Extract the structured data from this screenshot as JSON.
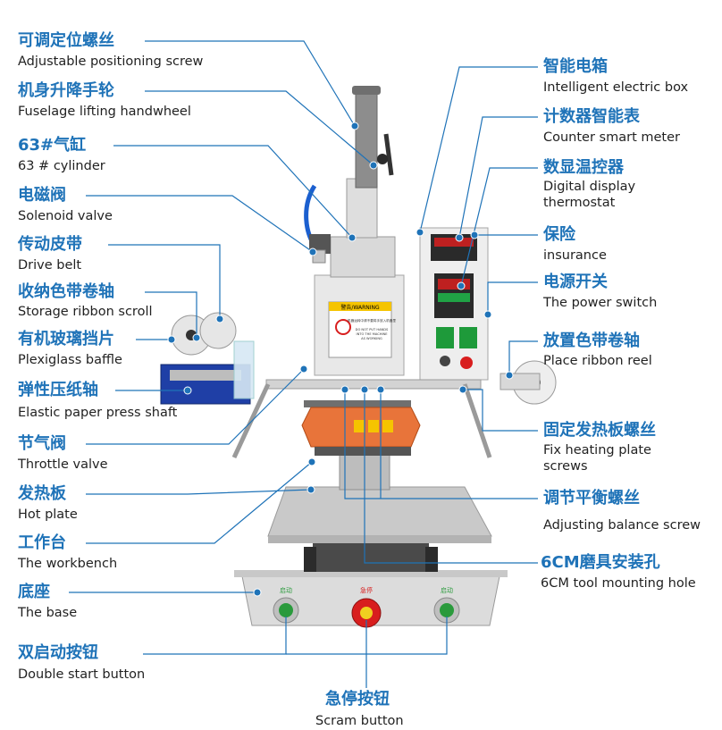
{
  "colors": {
    "accent": "#1f73b8",
    "text": "#222222",
    "warning": "#f5c400",
    "heat": "#e8743a",
    "stop": "#d81e1e",
    "start": "#2a9a3c"
  },
  "labels": {
    "l1": {
      "zh": "可调定位螺丝",
      "en": "Adjustable positioning screw"
    },
    "l2": {
      "zh": "机身升降手轮",
      "en": "Fuselage lifting handwheel"
    },
    "l3": {
      "zh": "63#气缸",
      "en": "63 # cylinder"
    },
    "l4": {
      "zh": "电磁阀",
      "en": "Solenoid valve"
    },
    "l5": {
      "zh": "传动皮带",
      "en": "Drive belt"
    },
    "l6": {
      "zh": "收纳色带卷轴",
      "en": "Storage ribbon scroll"
    },
    "l7": {
      "zh": "有机玻璃挡片",
      "en": "Plexiglass baffle"
    },
    "l8": {
      "zh": "弹性压纸轴",
      "en": "Elastic paper press shaft"
    },
    "l9": {
      "zh": "节气阀",
      "en": "Throttle valve"
    },
    "l10": {
      "zh": "发热板",
      "en": "Hot plate"
    },
    "l11": {
      "zh": "工作台",
      "en": "The workbench"
    },
    "l12": {
      "zh": "底座",
      "en": "The base"
    },
    "l13": {
      "zh": "双启动按钮",
      "en": "Double start button"
    },
    "l14": {
      "zh": "急停按钮",
      "en": "Scram button"
    },
    "r1": {
      "zh": "智能电箱",
      "en": "Intelligent electric box"
    },
    "r2": {
      "zh": "计数器智能表",
      "en": "Counter smart meter"
    },
    "r3": {
      "zh": "数显温控器",
      "en": "Digital display",
      "en2": "thermostat"
    },
    "r4": {
      "zh": "保险",
      "en": "insurance"
    },
    "r5": {
      "zh": "电源开关",
      "en": "The power switch"
    },
    "r6": {
      "zh": "放置色带卷轴",
      "en": "Place ribbon reel"
    },
    "r7": {
      "zh": "固定发热板螺丝",
      "en": "Fix heating plate",
      "en2": "screws"
    },
    "r8": {
      "zh": "调节平衡螺丝",
      "en": "Adjusting balance screw"
    },
    "r9": {
      "zh": "6CM磨具安装孔",
      "en": "6CM tool mounting hole"
    }
  },
  "machine": {
    "warning_header": "警告/WARNING",
    "warning_zh": "机器运转中请不要将手放入机器里",
    "warning_en1": "DO NOT PUT HANDS",
    "warning_en2": "INTO THE MACHINE",
    "warning_en3": "AS WORKING",
    "btn_left": "启动",
    "btn_mid": "急停",
    "btn_right": "启动"
  }
}
